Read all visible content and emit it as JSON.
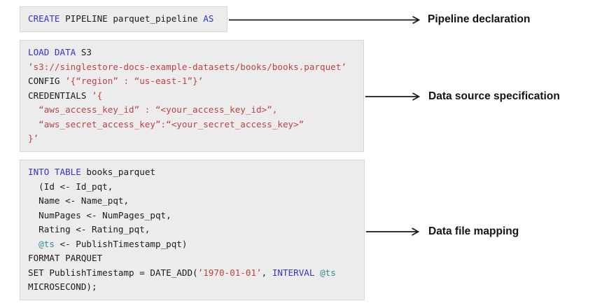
{
  "colors": {
    "box_bg": "#ececec",
    "box_border": "#d8d8d8",
    "code_default": "#1b1b1b",
    "keyword_blue": "#3333d1",
    "string_red": "#be4342",
    "variable_teal": "#2f8e8c",
    "label_color": "#131313",
    "arrow_color": "#1a1a1a"
  },
  "annotations": [
    {
      "text": "Pipeline declaration"
    },
    {
      "text": "Data source specification"
    },
    {
      "text": "Data file mapping"
    }
  ],
  "blocks": [
    {
      "name": "pipeline-declaration",
      "lines": [
        [
          [
            "k",
            "CREATE"
          ],
          [
            "p",
            " PIPELINE parquet_pipeline "
          ],
          [
            "k",
            "AS"
          ]
        ]
      ]
    },
    {
      "name": "data-source-specification",
      "lines": [
        [
          [
            "k",
            "LOAD DATA"
          ],
          [
            "p",
            " S3"
          ]
        ],
        [
          [
            "s",
            "’s3://singlestore-docs-example-datasets/books/books.parquet’"
          ]
        ],
        [
          [
            "p",
            "CONFIG "
          ],
          [
            "s",
            "’{“region” : “us-east-1”}’"
          ]
        ],
        [
          [
            "p",
            "CREDENTIALS "
          ],
          [
            "s",
            "’{"
          ]
        ],
        [
          [
            "s",
            "  “aws_access_key_id” : “<your_access_key_id>”,"
          ]
        ],
        [
          [
            "s",
            "  “aws_secret_access_key”:“<your_secret_access_key>”"
          ]
        ],
        [
          [
            "s",
            "}’"
          ]
        ]
      ]
    },
    {
      "name": "data-file-mapping",
      "lines": [
        [
          [
            "k",
            "INTO TABLE"
          ],
          [
            "p",
            " books_parquet"
          ]
        ],
        [
          [
            "p",
            "  (Id <- Id_pqt,"
          ]
        ],
        [
          [
            "p",
            "  Name <- Name_pqt,"
          ]
        ],
        [
          [
            "p",
            "  NumPages <- NumPages_pqt,"
          ]
        ],
        [
          [
            "p",
            "  Rating <- Rating_pqt,"
          ]
        ],
        [
          [
            "p",
            "  "
          ],
          [
            "v",
            "@ts"
          ],
          [
            "p",
            " <- PublishTimestamp_pqt)"
          ]
        ],
        [
          [
            "p",
            "FORMAT PARQUET"
          ]
        ],
        [
          [
            "p",
            "SET PublishTimestamp = DATE_ADD("
          ],
          [
            "s",
            "’1970-01-01’"
          ],
          [
            "p",
            ", "
          ],
          [
            "k",
            "INTERVAL"
          ],
          [
            "p",
            " "
          ],
          [
            "v",
            "@ts"
          ]
        ],
        [
          [
            "p",
            "MICROSECOND);"
          ]
        ]
      ]
    }
  ]
}
